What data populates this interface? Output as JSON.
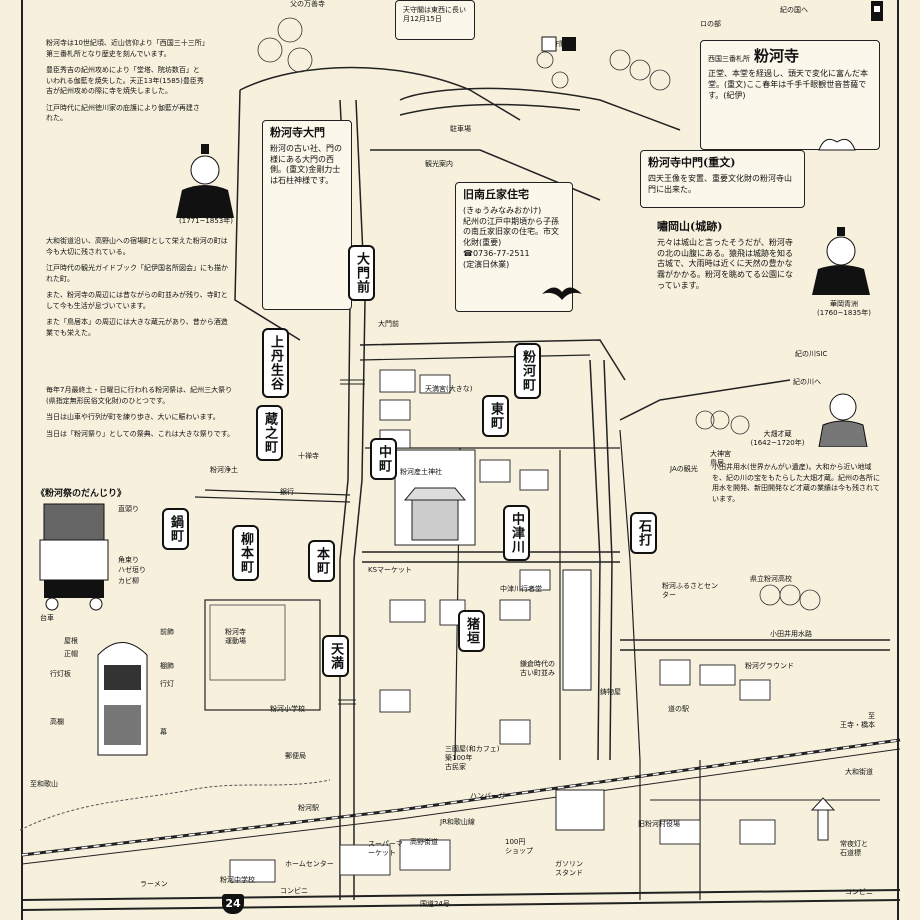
{
  "top": {
    "note_a": "父の万善寺",
    "note_b": "紀の国へ",
    "note_c": "ロの部",
    "note_d": "天守閣は東西に長い月12月15日",
    "note_e": "天守閣"
  },
  "kokawadera": {
    "prefix": "西国三番札所",
    "name": "粉河寺",
    "text": "正堂、本堂を経過し、頭天で変化に富んだ本堂。(重文)ここ春年は千手千眼観世音菩薩です。(紀伊)"
  },
  "daimon": {
    "title": "粉河寺大門",
    "text": "粉河の古い社、門の様にある大門の西側。(重文)金剛力士は石柱神様です。"
  },
  "chumon": {
    "title": "粉河寺中門(重文)",
    "text": "四天王像を安置、重要文化財の粉河寺山門に出来た。"
  },
  "tabigoya": {
    "title": "旧南丘家住宅",
    "reading": "(きゅうみなみおかけ)",
    "text": "紀州の江戸中期頃から子孫の南丘家旧家の住宅。市文化財(重要)",
    "tel": "☎0736-77-2511",
    "hours": "(定演日休業)"
  },
  "urumiyama": {
    "title": "嘯岡山(城跡)",
    "text": "元々は城山と言ったそうだが、粉河寺の北の山腹にある。猿飛は城跡を知る古城で、大雨時は近くに天然の豊かな霧がかかる。粉河を眺めてる公園になっています。"
  },
  "left_col": {
    "p1": "粉河寺は10世紀頃、近山信仰より「西国三十三所」第三番札所となり歴史を刻んでいます。",
    "p2": "豊臣秀吉の紀州攻めにより「堂塔、院坊数百」といわれる伽藍を焼失した。天正13年(1585)豊臣秀吉が紀州攻めの際に寺を焼失しました。",
    "p3": "江戸時代に紀州徳川家の庇護により伽藍が再建された。",
    "p4": "大和街道沿い、高野山への宿場町として栄えた粉河の町は今も大切に残されている。",
    "p5": "江戸時代の観光ガイドブック「紀伊国名所図会」にも描かれた町。",
    "p6": "また、粉河寺の周辺には昔ながらの町並みが残り、寺町として今も生活が息づいています。",
    "p7": "また「鳥居本」の周辺には大きな蔵元があり、昔から酒造業でも栄えた。",
    "p8": "毎年7月最終土・日曜日に行われる粉河祭は、紀州三大祭り(県指定無形民俗文化財)のひとつです。",
    "p9": "当日は山車や行列が町を練り歩き、大いに賑わいます。",
    "p10": "当日は「粉河祭り」としての祭典、これは大きな祭りです。"
  },
  "festival": {
    "title": "《粉河祭のだんじり》",
    "labels": [
      "直頭り",
      "角束り",
      "ハゼ垣り",
      "カビ柳",
      "台車",
      "屋根",
      "正帽",
      "前飾",
      "行灯板",
      "高欄",
      "棚飾",
      "行灯",
      "幕"
    ]
  },
  "people": {
    "p1_name": "徳川治宝",
    "p1_years": "(1771~1853年)",
    "p2_name": "華岡青洲",
    "p2_years": "(1760~1835年)",
    "p3_name": "大畑才蔵",
    "p3_years": "(1642~1720年)"
  },
  "oohata_text": "小田井用水(世界かんがい遺産)。大和から近い地域を、紀の川の宝をもたらした大畑才蔵。紀州の各所に用水を開発、新田開発など才蔵の業績は今も残されています。",
  "streets": [
    "上丹生谷",
    "蔵之町",
    "中町",
    "本町",
    "鍋町",
    "柳本町",
    "天満",
    "大門前",
    "東町",
    "粉河町",
    "中津川",
    "猪垣",
    "石打"
  ],
  "places": {
    "p1": "大門前",
    "p2": "天満宮(大きな)",
    "p3": "粉河産土神社",
    "p4": "十禅寺",
    "p5": "鎌倉時代の\n古い町並み",
    "p6": "駐車場",
    "p7": "観光案内",
    "p8": "粉河小学校",
    "p9": "粉河中学校",
    "p10": "ホームセンター",
    "p11": "スーパーマーケット",
    "p12": "コンビニ",
    "p13": "ラーメン",
    "p14": "大和街道",
    "p15": "常夜灯と\n石道標",
    "p16": "粉河ふるさとセンター",
    "p17": "粉河駅",
    "p18": "JR和歌山線",
    "p19": "紀の川SIC",
    "p20": "小田井用水路",
    "p21": "国道24号",
    "p22": "至和歌山",
    "p23": "至\n王寺・橋本",
    "p24": "県立粉河高校",
    "p25": "粉河寺\n運動場",
    "p26": "粉河グラウンド",
    "p27": "郵便局",
    "p28": "銀行",
    "p29": "粉河浄土",
    "p30": "ハンバーガー",
    "p31": "鋳物屋",
    "p32": "高野街道",
    "p33": "ガソリン\nスタンド",
    "p34": "コンビニ",
    "p35": "100円\nショップ",
    "p36": "三國屋(和カフェ)\n築100年\n古民家",
    "p37": "KSマーケット",
    "p38": "中津川行者堂",
    "p39": "紀の川へ",
    "p40": "JAの観光",
    "p41": "道の駅",
    "p42": "旧粉河村役場",
    "p43": "大神宮\n鳥居"
  },
  "route_shield": "24"
}
